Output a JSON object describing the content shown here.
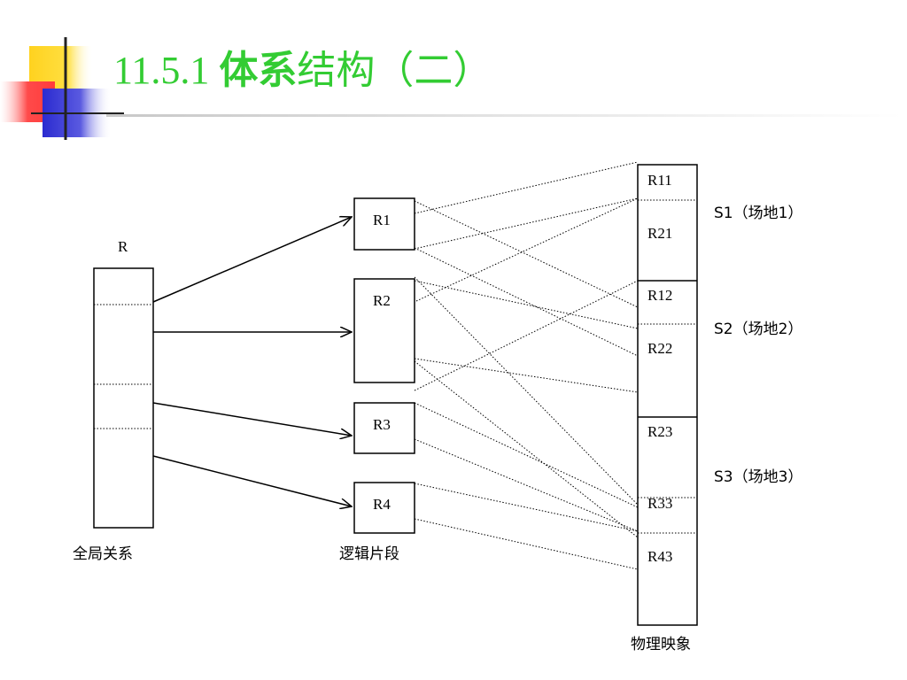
{
  "slide": {
    "title_number": "11.5.1 ",
    "title_bold": "体系",
    "title_rest": "结构（二）"
  },
  "diagram": {
    "global_relation": {
      "name": "R",
      "caption": "全局关系"
    },
    "fragments": {
      "caption": "逻辑片段",
      "items": [
        "R1",
        "R2",
        "R3",
        "R4"
      ]
    },
    "physical": {
      "caption": "物理映象",
      "items": [
        "R11",
        "R21",
        "R12",
        "R22",
        "R23",
        "R33",
        "R43"
      ]
    },
    "sites": [
      "S1（场地1）",
      "S2（场地2）",
      "S3（场地3）"
    ]
  },
  "colors": {
    "title": "#33cc33",
    "logo_yellow": "#ffd21f",
    "logo_red": "#ff3b3b",
    "logo_blue": "#3333cc"
  }
}
